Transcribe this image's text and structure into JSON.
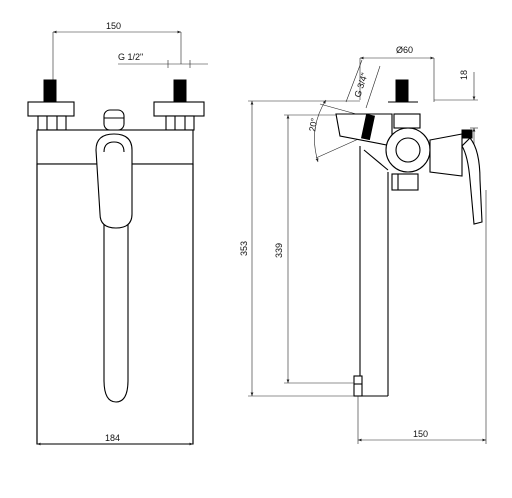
{
  "dimensions": {
    "inlet_spacing": "150",
    "inlet_thread": "G 1/2\"",
    "front_width": "184",
    "side_diameter": "Ø60",
    "side_offset": "18",
    "outlet_thread": "G 3/4\"",
    "outlet_angle": "20°",
    "overall_height": "353",
    "spout_height": "339",
    "spout_projection": "150"
  },
  "colors": {
    "line": "#000000",
    "background": "#ffffff"
  }
}
